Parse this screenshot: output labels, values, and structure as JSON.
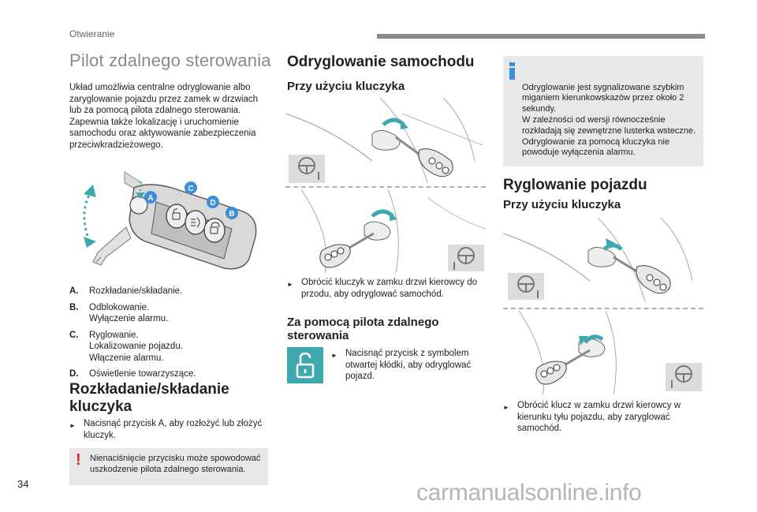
{
  "header": {
    "section": "Otwieranie"
  },
  "col1": {
    "title": "Pilot zdalnego sterowania",
    "intro": "Układ umożliwia centralne odryglowanie albo zaryglowanie pojazdu przez zamek w drzwiach lub za pomocą pilota zdalnego sterowania. Zapewnia także lokalizację i uruchomienie samochodu oraz aktywowanie zabezpieczenia przeciwkradzieżowego.",
    "key_labels": {
      "a": "A",
      "b": "B",
      "c": "C",
      "d": "D"
    },
    "definitions": [
      {
        "key": "A.",
        "text": "Rozkładanie/składanie."
      },
      {
        "key": "B.",
        "text": "Odblokowanie.\nWyłączenie alarmu."
      },
      {
        "key": "C.",
        "text": "Ryglowanie.\nLokalizowanie pojazdu.\nWłączenie alarmu."
      },
      {
        "key": "D.",
        "text": "Oświetlenie towarzyszące."
      }
    ],
    "fold_heading": "Rozkładanie/składanie kluczyka",
    "fold_bullet": "Nacisnąć przycisk A, aby rozłożyć lub złożyć kluczyk.",
    "warning": "Nienaciśnięcie przycisku może spowodować uszkodzenie pilota zdalnego sterowania."
  },
  "col2": {
    "heading": "Odryglowanie samochodu",
    "sub_key": "Przy użyciu kluczyka",
    "key_bullet": "Obrócić kluczyk w zamku drzwi kierowcy do przodu, aby odryglować samochód.",
    "sub_remote": "Za pomocą pilota zdalnego sterowania",
    "remote_bullet": "Nacisnąć przycisk z symbolem otwartej kłódki, aby odryglować pojazd."
  },
  "col3": {
    "info": "Odryglowanie jest sygnalizowane szybkim miganiem kierunkowskazów przez około 2 sekundy.\nW zależności od wersji równocześnie rozkładają się zewnętrzne lusterka wsteczne.\nOdryglowanie za pomocą kluczyka nie powoduje wyłączenia alarmu.",
    "heading": "Ryglowanie pojazdu",
    "sub_key": "Przy użyciu kluczyka",
    "key_bullet": "Obrócić klucz w zamku drzwi kierowcy w kierunku tyłu pojazdu, aby zaryglować samochód."
  },
  "footer": {
    "page_number": "34",
    "watermark": "carmanualsonline.info"
  },
  "colors": {
    "accent_blue": "#3b8fd6",
    "teal": "#3fa8ae",
    "warning_red": "#e1251b",
    "note_gray": "#e8e8e8"
  },
  "icons": [
    "key-fob-icon",
    "steering-wheel-icon",
    "open-padlock-icon",
    "rotate-arrow-icon",
    "warning-icon",
    "info-icon",
    "bullet-icon"
  ]
}
